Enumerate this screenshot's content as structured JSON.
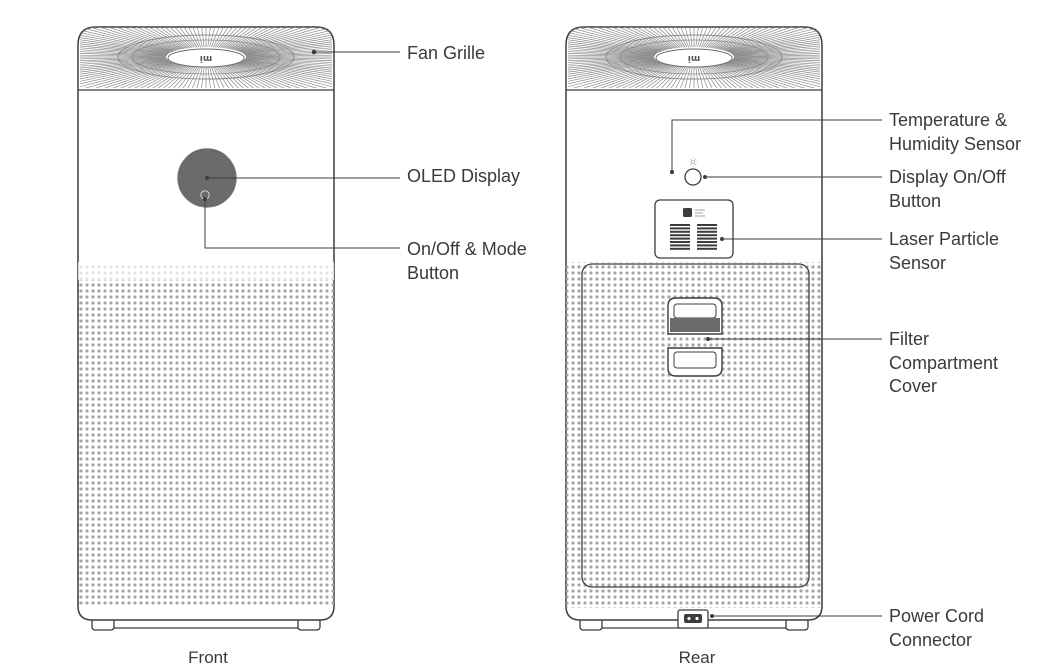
{
  "colors": {
    "stroke": "#3c3c3c",
    "grille": "#8a8a8a",
    "dots": "#9b9b9b",
    "display_fill": "#6b6b6b",
    "text": "#3a3a3a"
  },
  "views": [
    {
      "caption": "Front",
      "brand_mark": "mi"
    },
    {
      "caption": "Rear",
      "brand_mark": "mi"
    }
  ],
  "labels": {
    "fan_grille": [
      "Fan Grille"
    ],
    "oled_display": [
      "OLED Display"
    ],
    "on_off_mode": [
      "On/Off & Mode",
      "Button"
    ],
    "temp_humidity": [
      "Temperature &",
      "Humidity Sensor"
    ],
    "display_on_off": [
      "Display On/Off",
      "Button"
    ],
    "laser_sensor": [
      "Laser Particle",
      "Sensor"
    ],
    "filter_cover": [
      "Filter",
      "Compartment",
      "Cover"
    ],
    "power_cord": [
      "Power Cord",
      "Connector"
    ]
  },
  "icons": {
    "power": "power-icon",
    "sun": "sun-icon",
    "sensor_logo": "fan-icon"
  }
}
